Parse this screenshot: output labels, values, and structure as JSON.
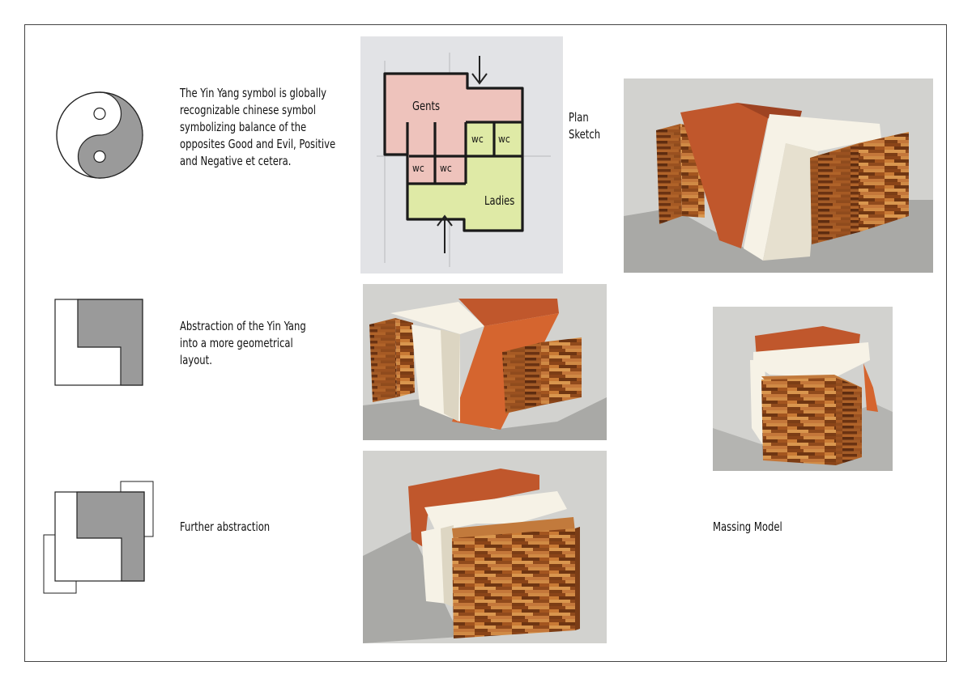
{
  "captions": {
    "yin_yang": "The Yin Yang symbol is globally\nrecognizable chinese symbol\nsymbolizing balance of the\nopposites Good and Evil, Positive\nand Negative et cetera.",
    "abstraction": "Abstraction of the Yin Yang\ninto a more geometrical\nlayout.",
    "further": "Further abstraction",
    "plan_sketch": "Plan\nSketch",
    "massing_model": "Massing Model"
  },
  "plan_labels": {
    "gents": "Gents",
    "ladies": "Ladies",
    "wc_1": "wc",
    "wc_2": "wc",
    "wc_3": "wc",
    "wc_4": "wc"
  },
  "colors": {
    "symbol_gray": "#9a9a9a",
    "terracotta": "#c0572c",
    "terracotta_dark": "#9e4322",
    "cream": "#f6f2e6",
    "wood": "#b5642a",
    "wood_dark": "#7a3c16",
    "plan_pink": "#eec3bc",
    "plan_green": "#dfeaa6",
    "model_bg": "#d2d2cf"
  }
}
